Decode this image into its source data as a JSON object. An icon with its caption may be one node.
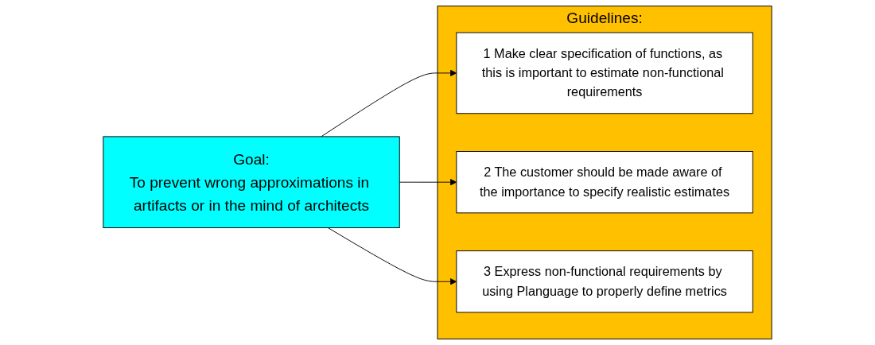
{
  "diagram": {
    "nodes": [
      {
        "text": [
          "Goal:",
          "To prevent wrong approximations in artifacts or in the mind of architects"
        ]
      },
      {
        "text": [
          "Guidelines:"
        ]
      },
      {
        "text": [
          "1 Make clear specification of functions, as this is important to estimate non-functional requirements"
        ],
        "in": 1
      },
      {
        "text": [
          "2 The customer should be made aware of the importance to specify realistic estimates"
        ],
        "in": 1
      },
      {
        "text": [
          "3 Express non-functional requirements by using Planguage to properly define metrics"
        ],
        "in": 1
      }
    ],
    "edges": [
      {
        "from": 0,
        "to": 2,
        "arrow": "to"
      },
      {
        "from": 0,
        "to": 3,
        "arrow": "to"
      },
      {
        "from": 0,
        "to": 4,
        "arrow": "to"
      }
    ]
  }
}
